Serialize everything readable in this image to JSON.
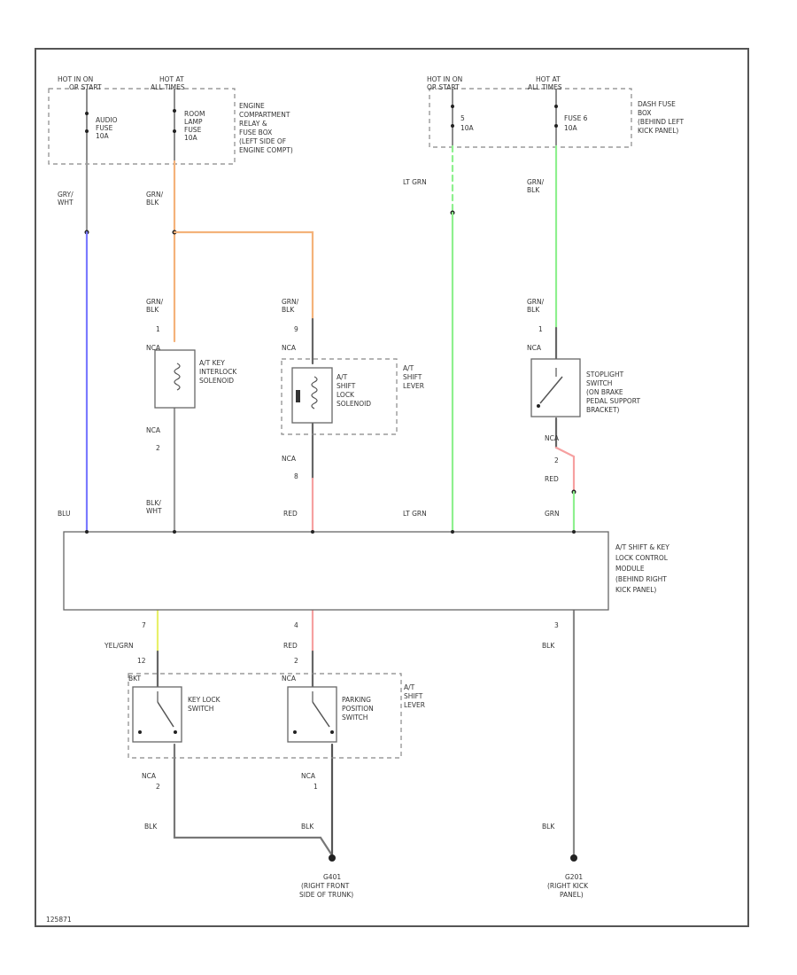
{
  "power_sources": [
    {
      "id": "hot_run_start",
      "line1": "HOT IN ON",
      "line2": "OR START"
    },
    {
      "id": "hot_at_all_times_1",
      "line1": "HOT AT",
      "line2": "ALL TIMES"
    },
    {
      "id": "hot_run_start_2",
      "line1": "HOT IN ON",
      "line2": "OR START"
    },
    {
      "id": "hot_at_all_times_2",
      "line1": "HOT AT",
      "line2": "ALL TIMES"
    }
  ],
  "fuses": {
    "audio": [
      "AUDIO",
      "FUSE",
      "10A"
    ],
    "room_lamp": [
      "ROOM",
      "LAMP",
      "FUSE",
      "10A"
    ],
    "fuse_5": [
      "5",
      "10A"
    ],
    "fuse_6": [
      "FUSE 6",
      "10A"
    ]
  },
  "fuse_boxes": {
    "engine": [
      "ENGINE",
      "COMPARTMENT",
      "RELAY &",
      "FUSE BOX",
      "(LEFT SIDE OF",
      "ENGINE COMPT)"
    ],
    "dash": [
      "DASH FUSE",
      "BOX",
      "(BEHIND LEFT",
      "KICK PANEL)"
    ]
  },
  "wire_labels": {
    "gry_wht": [
      "GRY/",
      "WHT"
    ],
    "grn_blk": [
      "GRN/",
      "BLK"
    ],
    "grn_blk_2": [
      "GRN/",
      "BLK"
    ],
    "grn_blk_3": [
      "GRN/",
      "BLK"
    ],
    "lt_grn_top": "LT GRN",
    "grn_blk_right": [
      "GRN/",
      "BLK"
    ],
    "grn_blk_right_2": [
      "GRN/",
      "BLK"
    ],
    "blu": "BLU",
    "blk_wht": [
      "BLK/",
      "WHT"
    ],
    "red_mid": "RED",
    "lt_grn_bottom": "LT GRN",
    "grn_bottom": "GRN",
    "red_stoplight": "RED",
    "yel_grn": "YEL/GRN",
    "red_lower": "RED",
    "blk_module": "BLK",
    "blk_left": "BLK",
    "blk_mid": "BLK",
    "blk_right": "BLK"
  },
  "pins": {
    "solenoid_top_pin": "1",
    "solenoid_bottom_pin": "2",
    "shift_lock_top_pin": "9",
    "shift_lock_bottom_pin": "8",
    "stoplight_top_pin": "1",
    "stoplight_bottom_pin": "2",
    "module_pin_7": "7",
    "module_pin_4": "4",
    "module_pin_3": "3",
    "key_lock_top_pin": "12",
    "park_top_pin": "2",
    "key_lock_bottom_pin": "2",
    "park_bottom_pin": "1",
    "nca_1": "NCA",
    "nca_2": "NCA",
    "nca_3": "NCA",
    "nca_4": "NCA",
    "nca_5": "NCA",
    "nca_6": "NCA",
    "nca_7": "NCA",
    "nca_8": "NCA",
    "bkt": "BKT"
  },
  "components": {
    "interlock_solenoid": [
      "A/T KEY",
      "INTERLOCK",
      "SOLENOID"
    ],
    "shift_lock_solenoid": [
      "A/T",
      "SHIFT",
      "LOCK",
      "SOLENOID"
    ],
    "shift_lever_top": [
      "A/T",
      "SHIFT",
      "LEVER"
    ],
    "stoplight_switch": [
      "STOPLIGHT",
      "SWITCH",
      "(ON BRAKE",
      "PEDAL SUPPORT",
      "BRACKET)"
    ],
    "module": [
      "A/T SHIFT & KEY",
      "LOCK CONTROL",
      "MODULE",
      "(BEHIND RIGHT",
      "KICK PANEL)"
    ],
    "key_lock_switch": [
      "KEY LOCK",
      "SWITCH"
    ],
    "park_position_switch": [
      "PARKING",
      "POSITION",
      "SWITCH"
    ],
    "shift_lever_bottom": [
      "A/T",
      "SHIFT",
      "LEVER"
    ]
  },
  "grounds": {
    "g401": [
      "G401",
      "(RIGHT FRONT",
      "SIDE OF TRUNK)"
    ],
    "g201": [
      "G201",
      "(RIGHT KICK",
      "PANEL)"
    ]
  },
  "footer_code": "125871",
  "wire_colors": {
    "blue": "#7a7aff",
    "orange": "#f4b27a",
    "green": "#8ef08e",
    "red": "#f6a0a0",
    "yellow": "#e8f06a",
    "gray": "#8a8a8a",
    "dark": "#555555"
  }
}
